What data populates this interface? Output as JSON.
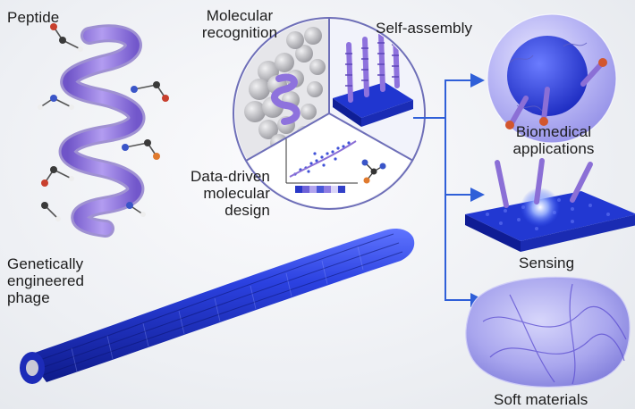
{
  "labels": {
    "peptide": "Peptide",
    "molecular_recognition_line1": "Molecular",
    "molecular_recognition_line2": "recognition",
    "self_assembly": "Self-assembly",
    "data_driven_line1": "Data-driven",
    "data_driven_line2": "molecular",
    "data_driven_line3": "design",
    "phage_line1": "Genetically",
    "phage_line2": "engineered",
    "phage_line3": "phage",
    "biomedical_line1": "Biomedical",
    "biomedical_line2": "applications",
    "sensing": "Sensing",
    "soft_materials": "Soft materials"
  },
  "colors": {
    "helix_purple": "#8b6fd6",
    "phage_blue": "#2a3fd9",
    "arrow_blue": "#2f5fd8",
    "protein_gray": "#b8b8bc",
    "gel_lavender": "#a9a6ee"
  }
}
